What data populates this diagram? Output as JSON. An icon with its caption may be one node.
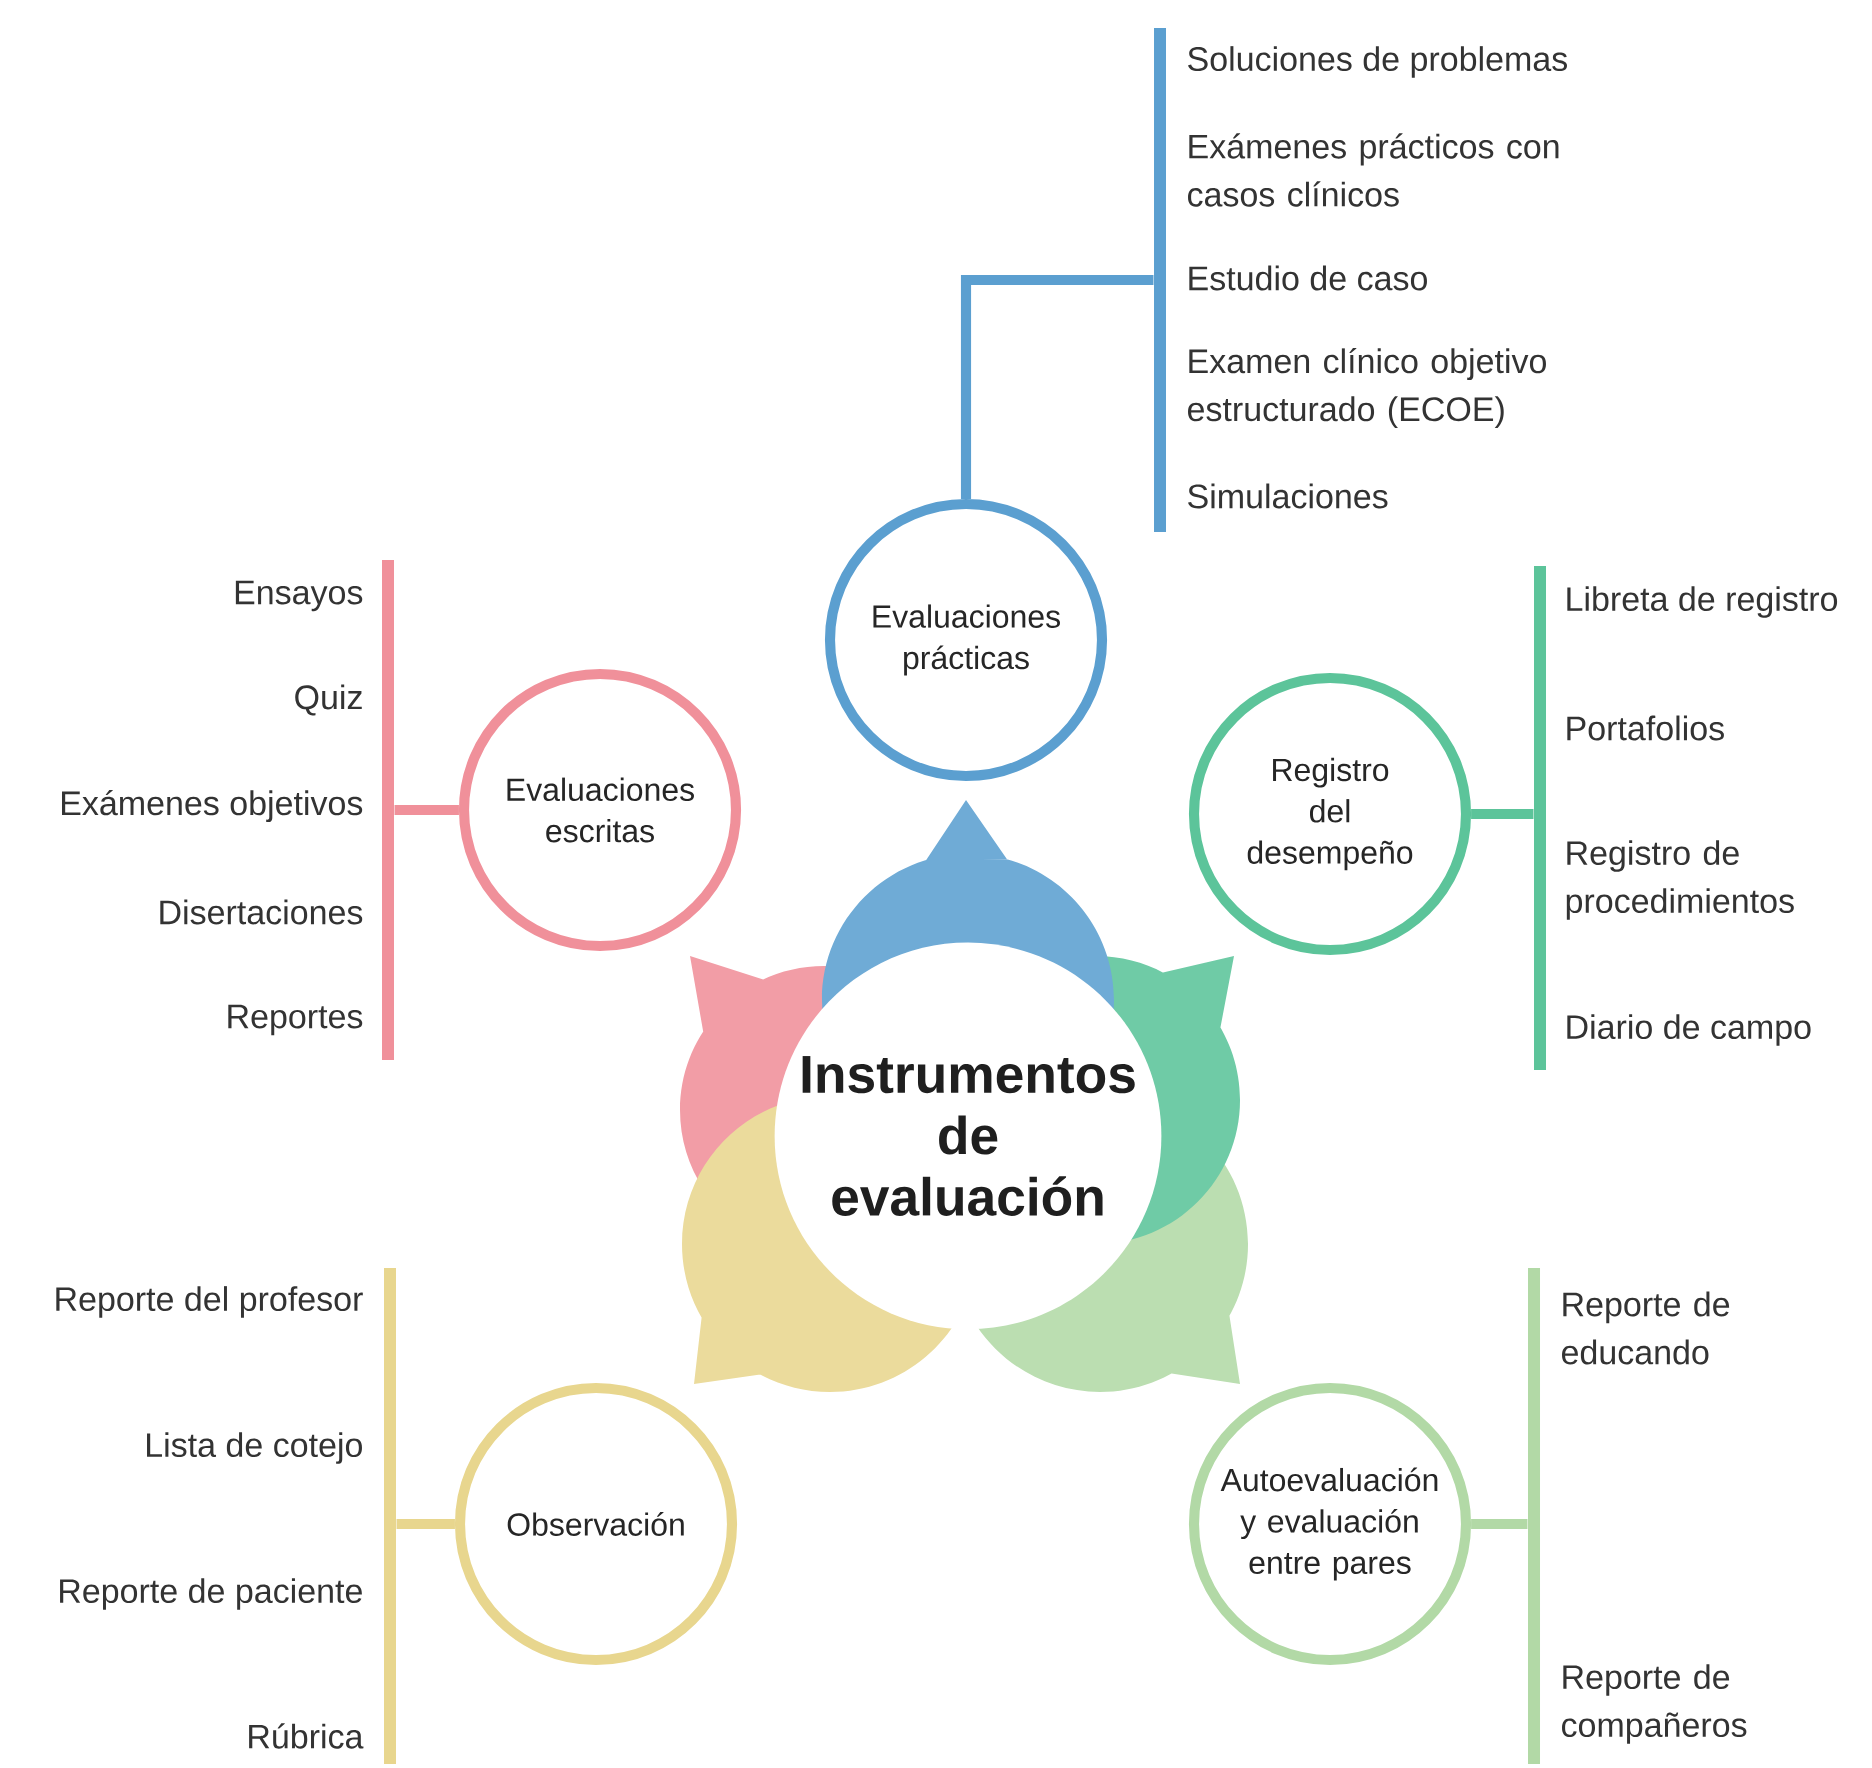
{
  "diagram": {
    "nodes": [
      {
        "text": [
          "Instrumentos de evaluación"
        ]
      },
      {
        "text": [
          "Evaluaciones prácticas"
        ]
      },
      {
        "text": [],
        "shape": "bar",
        "beside": [
          "Soluciones de problemas",
          "Exámenes prácticos con casos clínicos",
          "Estudio de caso",
          "Examen clínico objetivo estructurado (ECOE)",
          "Simulaciones"
        ]
      },
      {
        "text": [
          "Evaluaciones escritas"
        ]
      },
      {
        "text": [],
        "shape": "bar",
        "beside": [
          "Ensayos",
          "Quiz",
          "Exámenes objetivos",
          "Disertaciones",
          "Reportes"
        ]
      },
      {
        "text": [
          "Registro del desempeño"
        ]
      },
      {
        "text": [],
        "shape": "bar",
        "beside": [
          "Libreta de registro",
          "Portafolios",
          "Registro de procedimientos",
          "Diario de campo"
        ]
      },
      {
        "text": [
          "Observación"
        ]
      },
      {
        "text": [],
        "shape": "bar",
        "beside": [
          "Reporte del profesor",
          "Lista de cotejo",
          "Reporte de paciente",
          "Rúbrica"
        ]
      },
      {
        "text": [
          "Autoevaluación y evaluación entre pares"
        ]
      },
      {
        "text": [],
        "shape": "bar",
        "beside": [
          "Reporte de educando",
          "Reporte de compañeros"
        ]
      }
    ],
    "edges": [
      {
        "from": 1,
        "to": 2,
        "arrow": "none",
        "color": "#5b9fd0"
      },
      {
        "from": 3,
        "to": 4,
        "arrow": "none",
        "color": "#f0909a"
      },
      {
        "from": 5,
        "to": 6,
        "arrow": "none",
        "color": "#5cc49a"
      },
      {
        "from": 7,
        "to": 8,
        "arrow": "none",
        "color": "#e8d68e"
      },
      {
        "from": 9,
        "to": 10,
        "arrow": "none",
        "color": "#b2d9a6"
      }
    ]
  }
}
